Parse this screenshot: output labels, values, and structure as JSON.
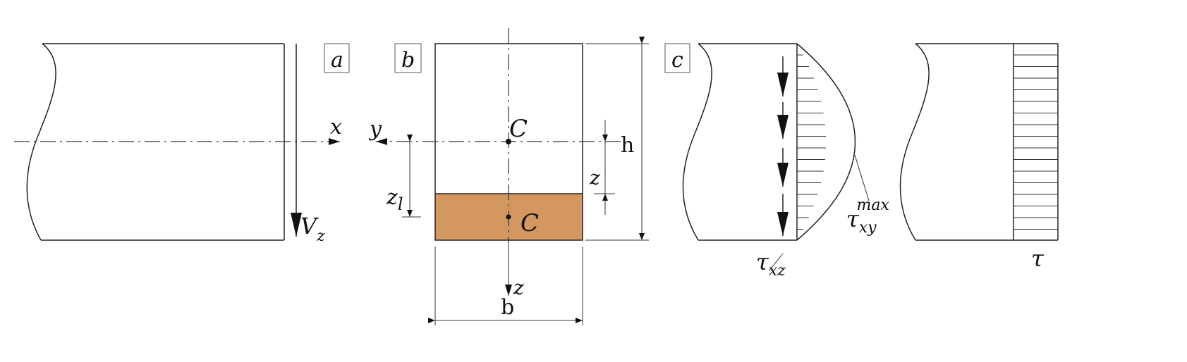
{
  "panels": {
    "a": {
      "tag": "a",
      "axis_x": "x",
      "force": "V",
      "force_sub": "z"
    },
    "b": {
      "tag": "b",
      "axis_y": "y",
      "axis_z": "z",
      "centroid": "C",
      "centroid_part": "C",
      "dim_z1": "z",
      "dim_z1_sub": "l",
      "dim_z": "z",
      "dim_h": "h",
      "dim_b": "b"
    },
    "c": {
      "tag": "c",
      "tau_xz": "τ",
      "tau_xz_sub": "xz",
      "tau_xy": "τ",
      "tau_xy_sub": "xy",
      "tau_xy_sup": "max"
    },
    "d": {
      "tau": "τ"
    }
  },
  "colors": {
    "shaded_area": "#D4975F",
    "line": "#222222"
  }
}
